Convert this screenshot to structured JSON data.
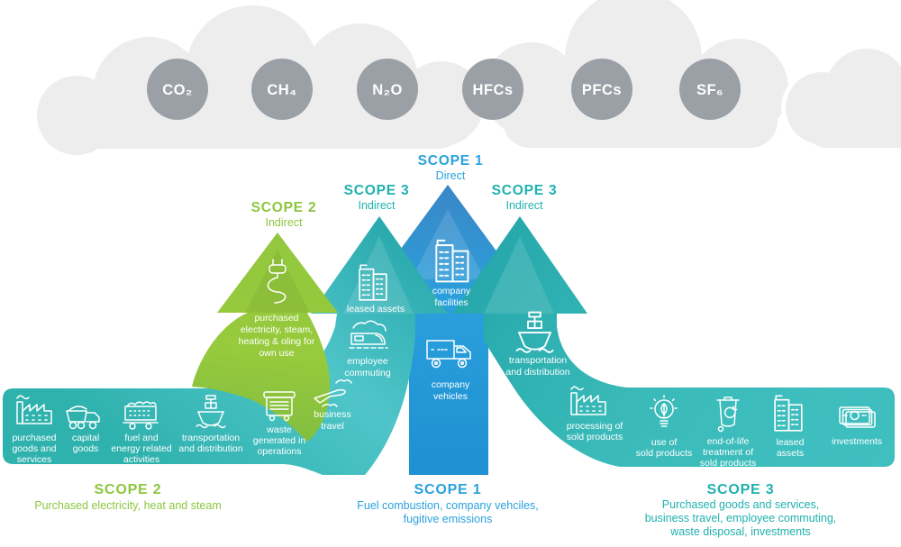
{
  "colors": {
    "green": "#8dc63f",
    "blue": "#2aa1dc",
    "teal": "#1fb1ae",
    "gas_circle_gray": "#9aa0a5",
    "cloud_gray": "#ededee"
  },
  "gases": [
    "CO₂",
    "CH₄",
    "N₂O",
    "HFCs",
    "PFCs",
    "SF₆"
  ],
  "scope_headers": {
    "scope2_top": {
      "title": "SCOPE 2",
      "subtitle": "Indirect"
    },
    "scope3_top_left": {
      "title": "SCOPE 3",
      "subtitle": "Indirect"
    },
    "scope1_top": {
      "title": "SCOPE 1",
      "subtitle": "Direct"
    },
    "scope3_top_right": {
      "title": "SCOPE 3",
      "subtitle": "Indirect"
    }
  },
  "green_arrow_label": [
    "purchased",
    "electricity, steam,",
    "heating & oling for",
    "own use"
  ],
  "scope3_left_arrow": {
    "leased_assets": [
      "leased assets"
    ],
    "employee_commuting": [
      "employee",
      "commuting"
    ],
    "business_travel": [
      "business",
      "travel"
    ]
  },
  "scope1_arrow": {
    "company_facilities": [
      "company",
      "facilities"
    ],
    "company_vehicles": [
      "company",
      "vehicles"
    ]
  },
  "scope3_right_arrow": {
    "transportation": [
      "transportation",
      "and distribution"
    ]
  },
  "left_band_items": [
    {
      "icon": "factory-icon",
      "lines": [
        "purchased",
        "goods and",
        "services"
      ]
    },
    {
      "icon": "dump-truck-icon",
      "lines": [
        "capital",
        "goods"
      ]
    },
    {
      "icon": "mine-cart-icon",
      "lines": [
        "fuel and",
        "energy related",
        "activities"
      ]
    },
    {
      "icon": "ship-icon",
      "lines": [
        "transportation",
        "and distribution"
      ]
    },
    {
      "icon": "waste-container-icon",
      "lines": [
        "waste",
        "generated in",
        "operations"
      ]
    }
  ],
  "right_band_items": [
    {
      "icon": "factory-icon",
      "lines": [
        "processing of",
        "sold products"
      ]
    },
    {
      "icon": "bulb-leaf-icon",
      "lines": [
        "use of",
        "sold products"
      ]
    },
    {
      "icon": "recycle-bin-icon",
      "lines": [
        "end-of-life",
        "treatment of",
        "sold products"
      ]
    },
    {
      "icon": "building-icon",
      "lines": [
        "leased",
        "assets"
      ]
    },
    {
      "icon": "cash-icon",
      "lines": [
        "investments"
      ]
    }
  ],
  "footers": {
    "scope2": {
      "title": "SCOPE 2",
      "lines": [
        "Purchased electricity, heat and steam"
      ]
    },
    "scope1": {
      "title": "SCOPE 1",
      "lines": [
        "Fuel combustion, company vehciles,",
        "fugitive emissions"
      ]
    },
    "scope3": {
      "title": "SCOPE 3",
      "lines": [
        "Purchased goods and services,",
        "business travel, employee commuting,",
        "waste disposal, investments"
      ]
    }
  }
}
